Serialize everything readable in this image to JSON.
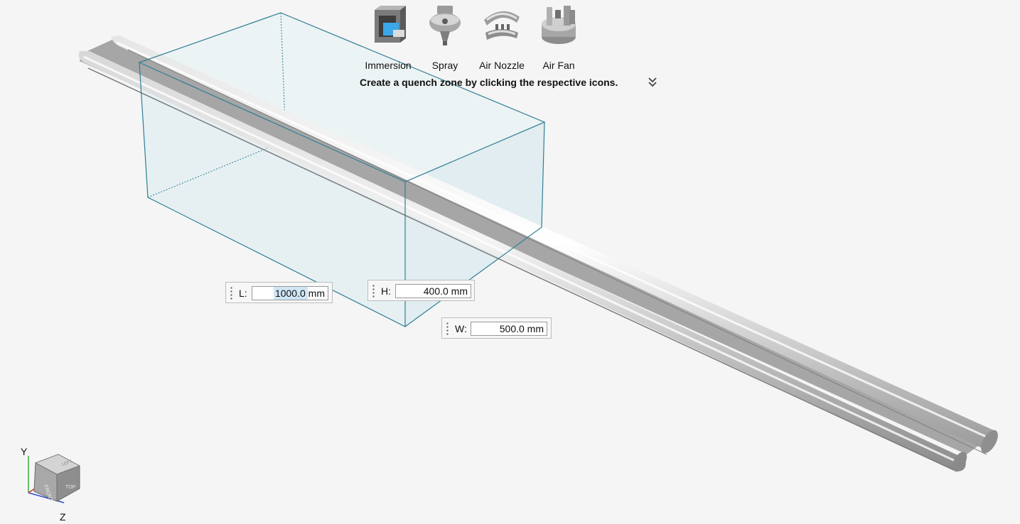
{
  "toolbar": {
    "tools": [
      {
        "label": "Immersion",
        "icon": "immersion-tank-icon"
      },
      {
        "label": "Spray",
        "icon": "spray-nozzle-icon"
      },
      {
        "label": "Air Nozzle",
        "icon": "air-nozzle-icon"
      },
      {
        "label": "Air Fan",
        "icon": "air-fan-icon"
      }
    ],
    "hint": "Create a quench zone by clicking the respective icons.",
    "expand_icon": "double-chevron-down-icon"
  },
  "dimensions": {
    "length": {
      "label": "L:",
      "value": "1000.0 mm"
    },
    "height": {
      "label": "H:",
      "value": "400.0 mm"
    },
    "width": {
      "label": "W:",
      "value": "500.0 mm"
    }
  },
  "view_cube": {
    "faces": [
      "FRONT",
      "TOP",
      "LEFT"
    ],
    "axes": {
      "y": "Y",
      "z": "Z"
    }
  },
  "colors": {
    "background": "#f5f5f5",
    "zone_edge": "#2f7e96",
    "zone_fill": "#dcecf1",
    "bar": "#a9a9a9"
  }
}
